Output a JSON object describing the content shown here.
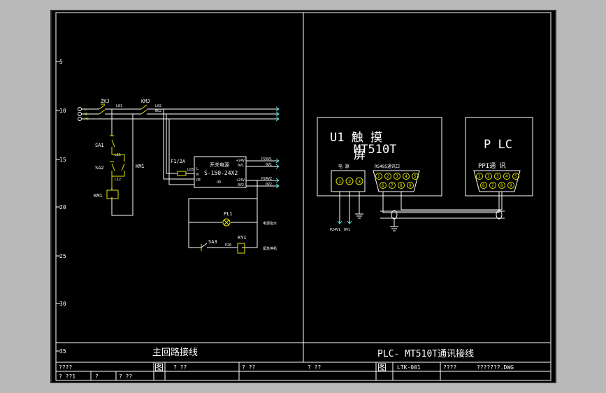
{
  "ruler_ticks": [
    "5",
    "10",
    "15",
    "20",
    "25",
    "30",
    "35"
  ],
  "main_circuit": {
    "terminals": [
      "L",
      "N",
      "PE"
    ],
    "breaker": "ZKJ",
    "contactor": "KMJ",
    "wire_labels": [
      "L01",
      "L02",
      "N02"
    ],
    "switch1": "SA1",
    "switch2": "SA2",
    "contact_label": "KM1",
    "coil": "KM1",
    "node_labels": [
      "L11",
      "L12"
    ],
    "fuse": "F1/2A",
    "fuse_wire": "L03",
    "psu_title": "开关电源",
    "psu_model": "S-150-24X2",
    "psu_in_pins": [
      "L",
      "N",
      "PE"
    ],
    "psu_out_left": "UO",
    "psu_out_pins": [
      "+24V",
      "0V1",
      "+24V",
      "0V2"
    ],
    "out_labels": [
      "P24V1",
      "0V1",
      "P24V2",
      "0V2"
    ],
    "lamp": "PL1",
    "lamp_desc": "电源指示",
    "switch3": "SA3",
    "relay": "RY1",
    "relay_wire": "P20",
    "relay_desc": "紧急停机"
  },
  "hmi": {
    "title_line1": "U1  触  摸",
    "title_line2": "屏",
    "model": "MT510T",
    "power_label": "电  源",
    "port_label": "RS485通讯口",
    "power_pins": [
      "1",
      "2",
      "3"
    ],
    "db9_pins": [
      "1",
      "2",
      "3",
      "4",
      "5",
      "6",
      "7",
      "8",
      "9"
    ],
    "wire_labels": [
      "P24V1",
      "0V1"
    ]
  },
  "plc": {
    "title": "P LC",
    "port_label": "PPI通 讯",
    "db9_pins": [
      "1",
      "2",
      "3",
      "4",
      "5",
      "6",
      "7",
      "8",
      "9"
    ]
  },
  "captions": {
    "left": "主回路接线",
    "right": "PLC- MT510T通讯接线"
  },
  "title_block": {
    "row1": [
      "????",
      "图",
      "?  ??",
      "?  ??",
      "?  ??",
      "图",
      "LTK-001",
      "????",
      "???????.DWG"
    ],
    "row2": [
      "?  ??1",
      "?",
      "?  ??"
    ]
  }
}
